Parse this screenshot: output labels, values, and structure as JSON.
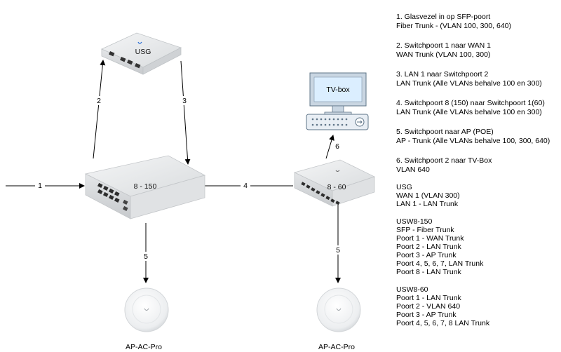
{
  "devices": {
    "usg": {
      "label": "USG"
    },
    "usw150": {
      "label": "8 - 150"
    },
    "usw60": {
      "label": "8 - 60"
    },
    "tvbox": {
      "label": "TV-box"
    },
    "ap1": {
      "label": "AP-AC-Pro"
    },
    "ap2": {
      "label": "AP-AC-Pro"
    }
  },
  "links": {
    "l1": "1",
    "l2": "2",
    "l3": "3",
    "l4": "4",
    "l5a": "5",
    "l5b": "5",
    "l6": "6"
  },
  "notes": [
    {
      "title": "1. Glasvezel in op SFP-poort",
      "detail": "Fiber Trunk - (VLAN 100, 300, 640)"
    },
    {
      "title": "2. Switchpoort 1 naar WAN 1",
      "detail": "WAN Trunk (VLAN 100, 300)"
    },
    {
      "title": "3. LAN 1 naar Switchpoort 2",
      "detail": "LAN Trunk (Alle VLANs behalve 100 en 300)"
    },
    {
      "title": "4. Switchpoort 8 (150) naar Switchpoort 1(60)",
      "detail": "LAN Trunk (Alle VLANs behalve 100 en 300)"
    },
    {
      "title": "5. Switchpoort naar AP (POE)",
      "detail": "AP - Trunk (Alle VLANs behalve 100, 300, 640)"
    },
    {
      "title": "6. Switchpoort 2 naar TV-Box",
      "detail": "VLAN 640"
    }
  ],
  "inventory": [
    {
      "lines": [
        "USG",
        "WAN 1 (VLAN 300)",
        "LAN 1 - LAN Trunk"
      ]
    },
    {
      "lines": [
        "USW8-150",
        "SFP - Fiber Trunk",
        "Poort 1 - WAN Trunk",
        "Poort 2 - LAN Trunk",
        "Poort 3 - AP Trunk",
        "Poort 4, 5, 6, 7, LAN Trunk",
        "Poort 8 - LAN Trunk"
      ]
    },
    {
      "lines": [
        "USW8-60",
        "Poort 1 - LAN Trunk",
        "Poort 2 - VLAN 640",
        "Poort 3 - AP Trunk",
        "Poort 4, 5, 6, 7, 8 LAN Trunk"
      ]
    }
  ]
}
